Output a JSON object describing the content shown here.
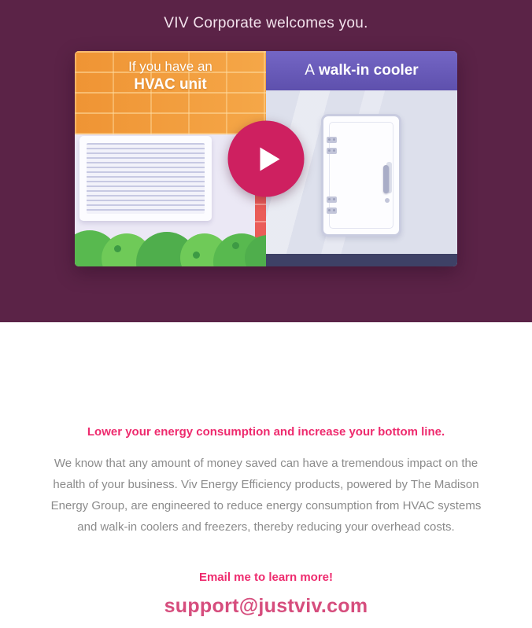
{
  "colors": {
    "page_background": "#5b2347",
    "accent_pink": "#ee2b6e",
    "email_pink": "#d64d7d",
    "play_button": "#ce2060",
    "cooler_header_purple": "#6a5cbb",
    "brick_orange": "#f19a3c",
    "bush_green": "#58b94f",
    "floor_navy": "#3e4166"
  },
  "hero": {
    "title": "VIV Corporate welcomes you."
  },
  "video": {
    "left_panel": {
      "line1": "If you have an",
      "line2": "HVAC unit"
    },
    "right_panel": {
      "prefix": "A",
      "label": "walk-in cooler"
    }
  },
  "content": {
    "headline": "Lower your energy consumption and increase your bottom line.",
    "paragraph": "We know that any amount of money saved can have a tremendous impact on the health of your business. Viv Energy Efficiency products, powered by The Madison Energy Group, are engineered to reduce energy consumption from HVAC systems and walk-in coolers and freezers, thereby reducing your overhead costs.",
    "cta": "Email me to learn more!",
    "email": "support@justviv.com"
  }
}
